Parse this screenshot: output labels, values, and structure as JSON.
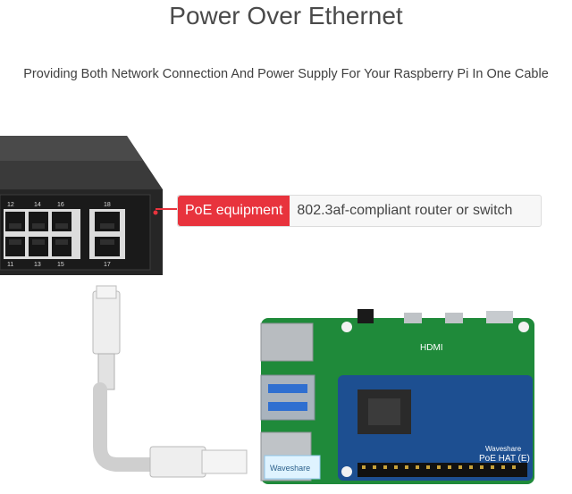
{
  "header": {
    "title": "Power Over Ethernet",
    "subtitle": "Providing Both Network Connection And Power Supply For Your Raspberry Pi In One Cable"
  },
  "callout": {
    "tag": "PoE equipment",
    "description": "802.3af-compliant router or switch",
    "tag_color": "#e8333d"
  },
  "switch": {
    "port_numbers_top": [
      "12",
      "14",
      "16",
      "18"
    ],
    "port_numbers_bottom": [
      "11",
      "13",
      "15",
      "17"
    ]
  },
  "board": {
    "hat_label": "PoE HAT (E)",
    "brand": "Waveshare",
    "hdmi_label": "HDMI"
  },
  "colors": {
    "switch_body": "#2b2b2b",
    "pcb_green": "#1f8a3a",
    "hat_blue": "#1d4f91",
    "cable": "#d6d6d6"
  }
}
